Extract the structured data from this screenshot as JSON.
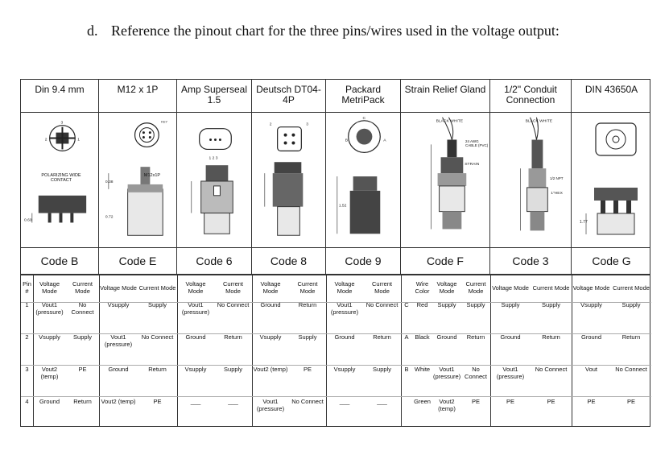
{
  "instruction": {
    "label": "d.",
    "text": "Reference the pinout chart for the three pins/wires used in the voltage output:"
  },
  "connectors": [
    {
      "name": "Din 9.4 mm",
      "code": "Code B",
      "callout": "POLARIZING WIDE CONTACT"
    },
    {
      "name": "M12 x 1P",
      "code": "Code E",
      "callout": "M12x1P"
    },
    {
      "name": "Amp Superseal 1.5",
      "code": "Code 6",
      "callout": ""
    },
    {
      "name": "Deutsch DT04-4P",
      "code": "Code 8",
      "callout": ""
    },
    {
      "name": "Packard MetriPack",
      "code": "Code 9",
      "callout": ""
    },
    {
      "name": "Strain Relief Gland",
      "code": "Code F",
      "callout": "24 AWG CABLE (PVC)"
    },
    {
      "name": "1/2\" Conduit Connection",
      "code": "Code 3",
      "callout": "1/2 NPT"
    },
    {
      "name": "DIN 43650A",
      "code": "Code G",
      "callout": ""
    }
  ],
  "table": {
    "pin_header": [
      "Pin",
      "#"
    ],
    "sub_headers": [
      "Pin #",
      "Voltage Mode",
      "Current Mode",
      "Voltage Mode",
      "Current Mode",
      "Voltage Mode",
      "Current Mode",
      "Voltage Mode",
      "Current Mode",
      "Voltage Mode",
      "Current Mode",
      "",
      "Wire Color",
      "Voltage Mode",
      "Current Mode",
      "Voltage Mode",
      "Current Mode",
      "Voltage Mode",
      "Current Mode"
    ],
    "rows": [
      [
        "1",
        "Vout1 (pressure)",
        "No Connect",
        "Vsupply",
        "Supply",
        "Vout1 (pressure)",
        "No Connect",
        "Ground",
        "Return",
        "Vout1 (pressure)",
        "No Connect",
        "C",
        "Red",
        "Supply",
        "Supply",
        "Supply",
        "Supply",
        "Vsupply",
        "Supply"
      ],
      [
        "2",
        "Vsupply",
        "Supply",
        "Vout1 (pressure)",
        "No Connect",
        "Ground",
        "Return",
        "Vsupply",
        "Supply",
        "Ground",
        "Return",
        "A",
        "Black",
        "Ground",
        "Return",
        "Ground",
        "Return",
        "Ground",
        "Return"
      ],
      [
        "3",
        "Vout2 (temp)",
        "PE",
        "Ground",
        "Return",
        "Vsupply",
        "Supply",
        "Vout2 (temp)",
        "PE",
        "Vsupply",
        "Supply",
        "B",
        "White",
        "Vout1 (pressure)",
        "No Connect",
        "Vout1 (pressure)",
        "No Connect",
        "Vout",
        "No Connect"
      ],
      [
        "4",
        "Ground",
        "Return",
        "Vout2 (temp)",
        "PE",
        "___",
        "___",
        "Vout1 (pressure)",
        "No Connect",
        "___",
        "___",
        "",
        "Green",
        "Vout2 (temp)",
        "PE",
        "PE",
        "PE",
        "PE",
        "PE"
      ]
    ]
  }
}
